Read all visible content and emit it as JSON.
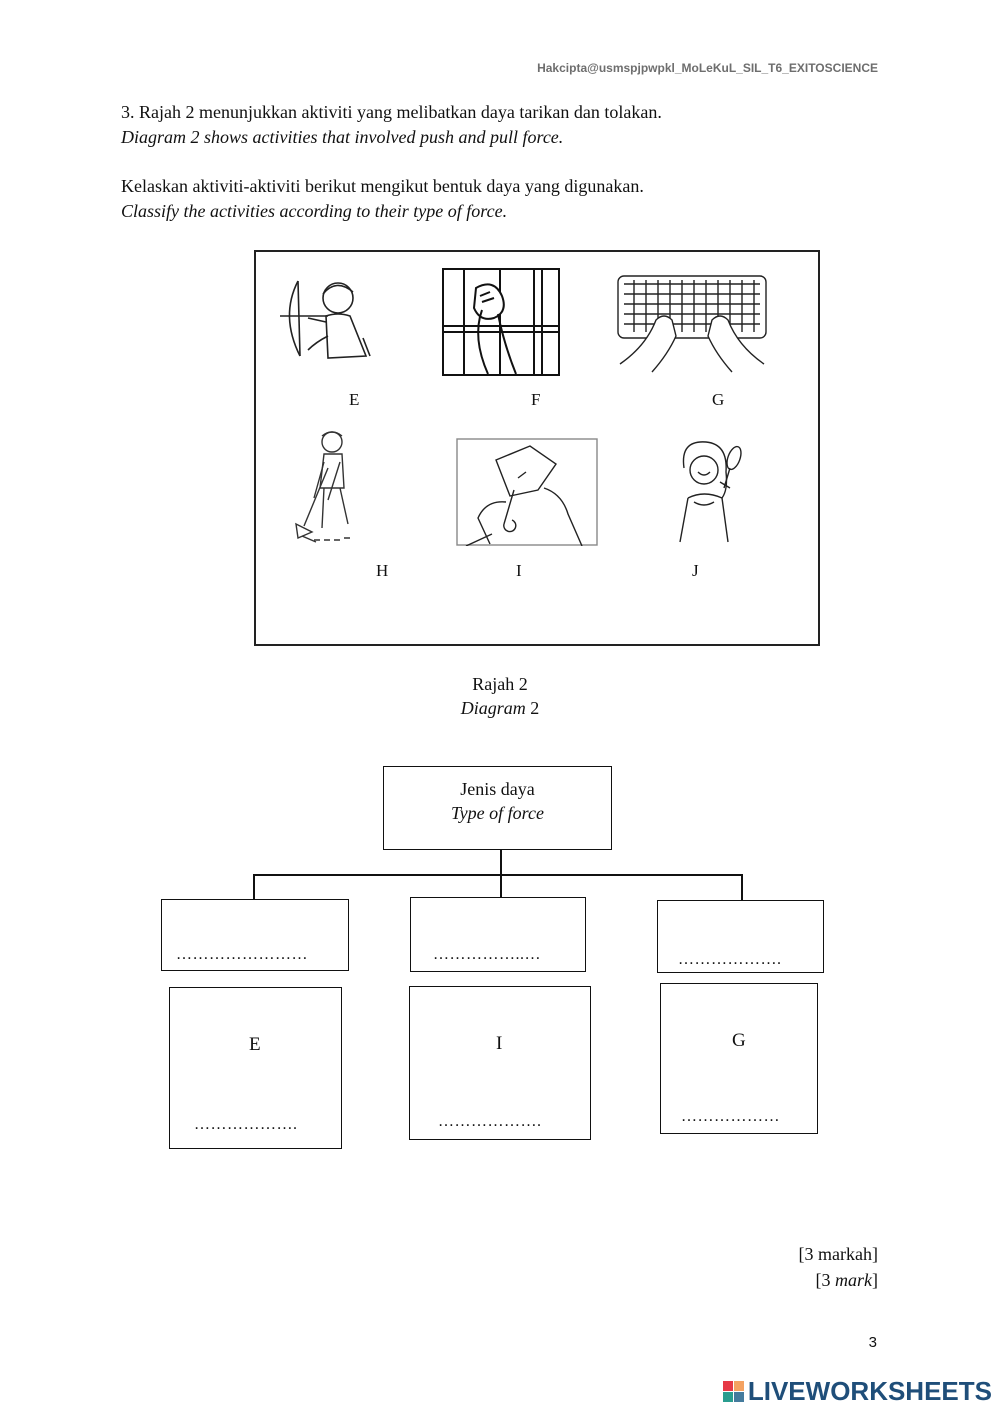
{
  "header": {
    "copyright": "Hakcipta@usmspjpwpkl_MoLeKuL_SIL_T6_EXITOSCIENCE"
  },
  "question": {
    "line1": "3. Rajah 2 menunjukkan aktiviti yang melibatkan daya tarikan dan tolakan.",
    "line2": "Diagram 2 shows activities that involved push and pull force.",
    "line3": "Kelaskan aktiviti-aktiviti berikut mengikut bentuk daya yang digunakan.",
    "line4": "Classify the activities according to their type of force."
  },
  "diagram": {
    "labels": [
      "E",
      "F",
      "G",
      "H",
      "I",
      "J"
    ],
    "caption_ms": "Rajah 2",
    "caption_en_word": "Diagram",
    "caption_en_num": " 2"
  },
  "tree": {
    "root_ms": "Jenis daya",
    "root_en": "Type of force",
    "blank1": "……………………",
    "blank2": "……………..…",
    "blank3": "……………….",
    "answer_letters": [
      "E",
      "I",
      "G"
    ],
    "answer_blanks": [
      "……………….",
      "……………….",
      "………………"
    ]
  },
  "marks": {
    "ms": "[3 markah]",
    "en_open": "[3 ",
    "en_word": "mark",
    "en_close": "]"
  },
  "page_number": "3",
  "footer": {
    "brand": "LIVEWORKSHEETS",
    "logo_colors": [
      "#e63946",
      "#f4a261",
      "#2a9d8f",
      "#457b9d"
    ]
  }
}
